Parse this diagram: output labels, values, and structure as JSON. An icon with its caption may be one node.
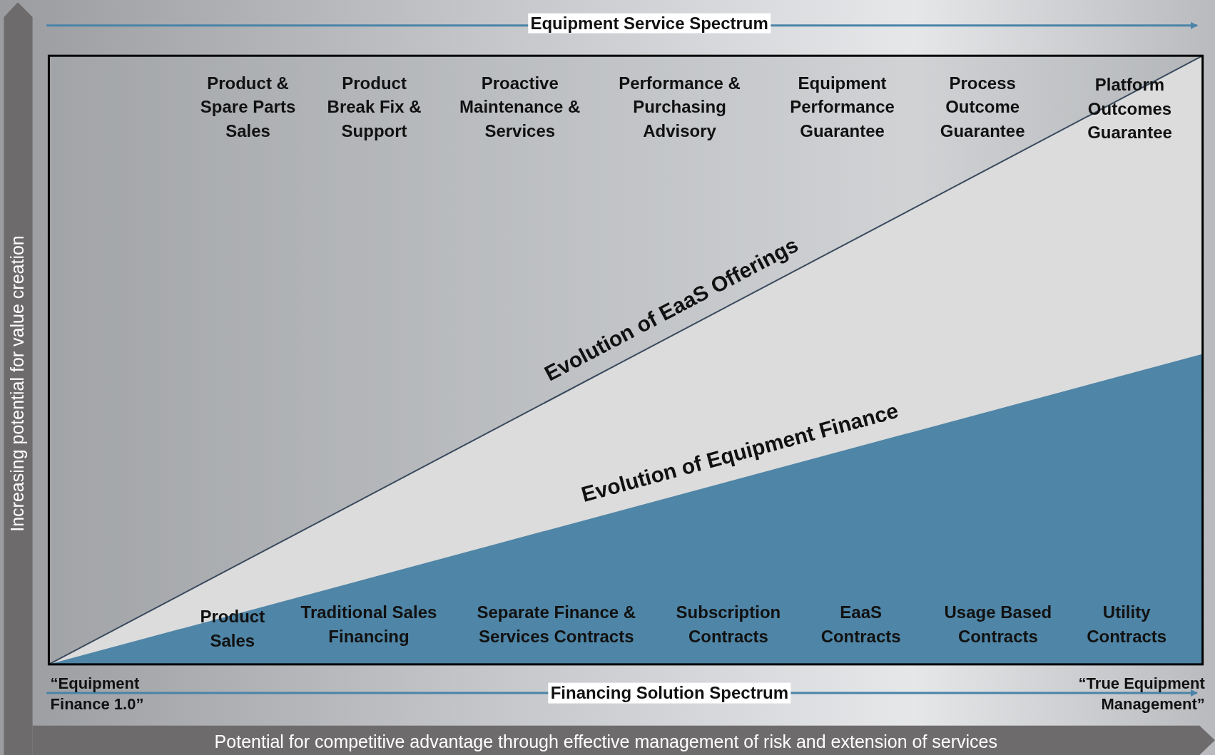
{
  "diagram": {
    "labels": [
      "Equipment Service Spectrum",
      "Product & Spare Parts Sales",
      "Product Break Fix & Support",
      "Proactive Maintenance & Services",
      "Performance & Purchasing Advisory",
      "Equipment Performance Guarantee",
      "Process Outcome Guarantee",
      "Platform Outcomes Guarantee",
      "Evolution of EaaS Offerings",
      "Evolution of Equipment Finance",
      "Product Sales",
      "Traditional Sales Financing",
      "Separate Finance & Services Contracts",
      "Subscription Contracts",
      "EaaS Contracts",
      "Usage Based Contracts",
      "Utility Contracts",
      "“Equipment Finance 1.0”",
      "Financing Solution Spectrum",
      "“True Equipment Management”",
      "Increasing potential for value creation",
      "Potential for competitive advantage through effective management of risk and extension of services"
    ]
  }
}
